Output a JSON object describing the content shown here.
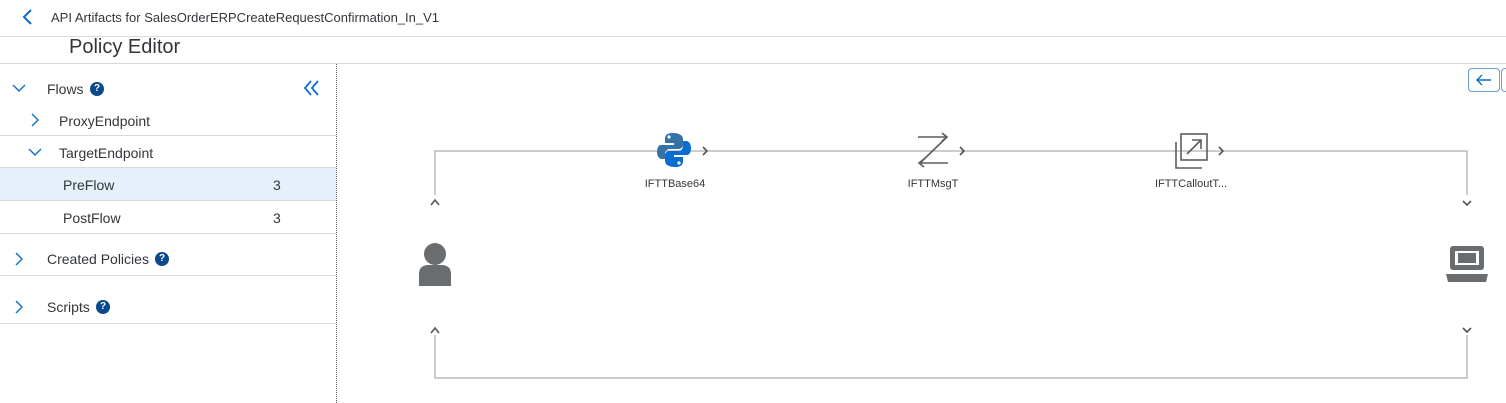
{
  "header": {
    "title": "API Artifacts for SalesOrderERPCreateRequestConfirmation_In_V1"
  },
  "page": {
    "title": "Policy Editor"
  },
  "sidebar": {
    "flows": {
      "label": "Flows",
      "help": "?"
    },
    "proxy_endpoint": {
      "label": "ProxyEndpoint"
    },
    "target_endpoint": {
      "label": "TargetEndpoint"
    },
    "preflow": {
      "label": "PreFlow",
      "count": "3"
    },
    "postflow": {
      "label": "PostFlow",
      "count": "3"
    },
    "created_policies": {
      "label": "Created Policies",
      "help": "?"
    },
    "scripts": {
      "label": "Scripts",
      "help": "?"
    }
  },
  "flow": {
    "policies": [
      {
        "label": "IFTTBase64",
        "icon": "python-icon"
      },
      {
        "label": "IFTTMsgT",
        "icon": "transform-icon"
      },
      {
        "label": "IFTTCalloutT...",
        "icon": "external-link-icon"
      }
    ],
    "client_icon": "person-icon",
    "target_icon": "laptop-icon"
  },
  "colors": {
    "accent": "#0a6ed1",
    "help_badge": "#0a4a8c",
    "selected_row": "#e5f0fa",
    "flow_line": "#9a9a9a",
    "icon_gray": "#6a6d70"
  }
}
